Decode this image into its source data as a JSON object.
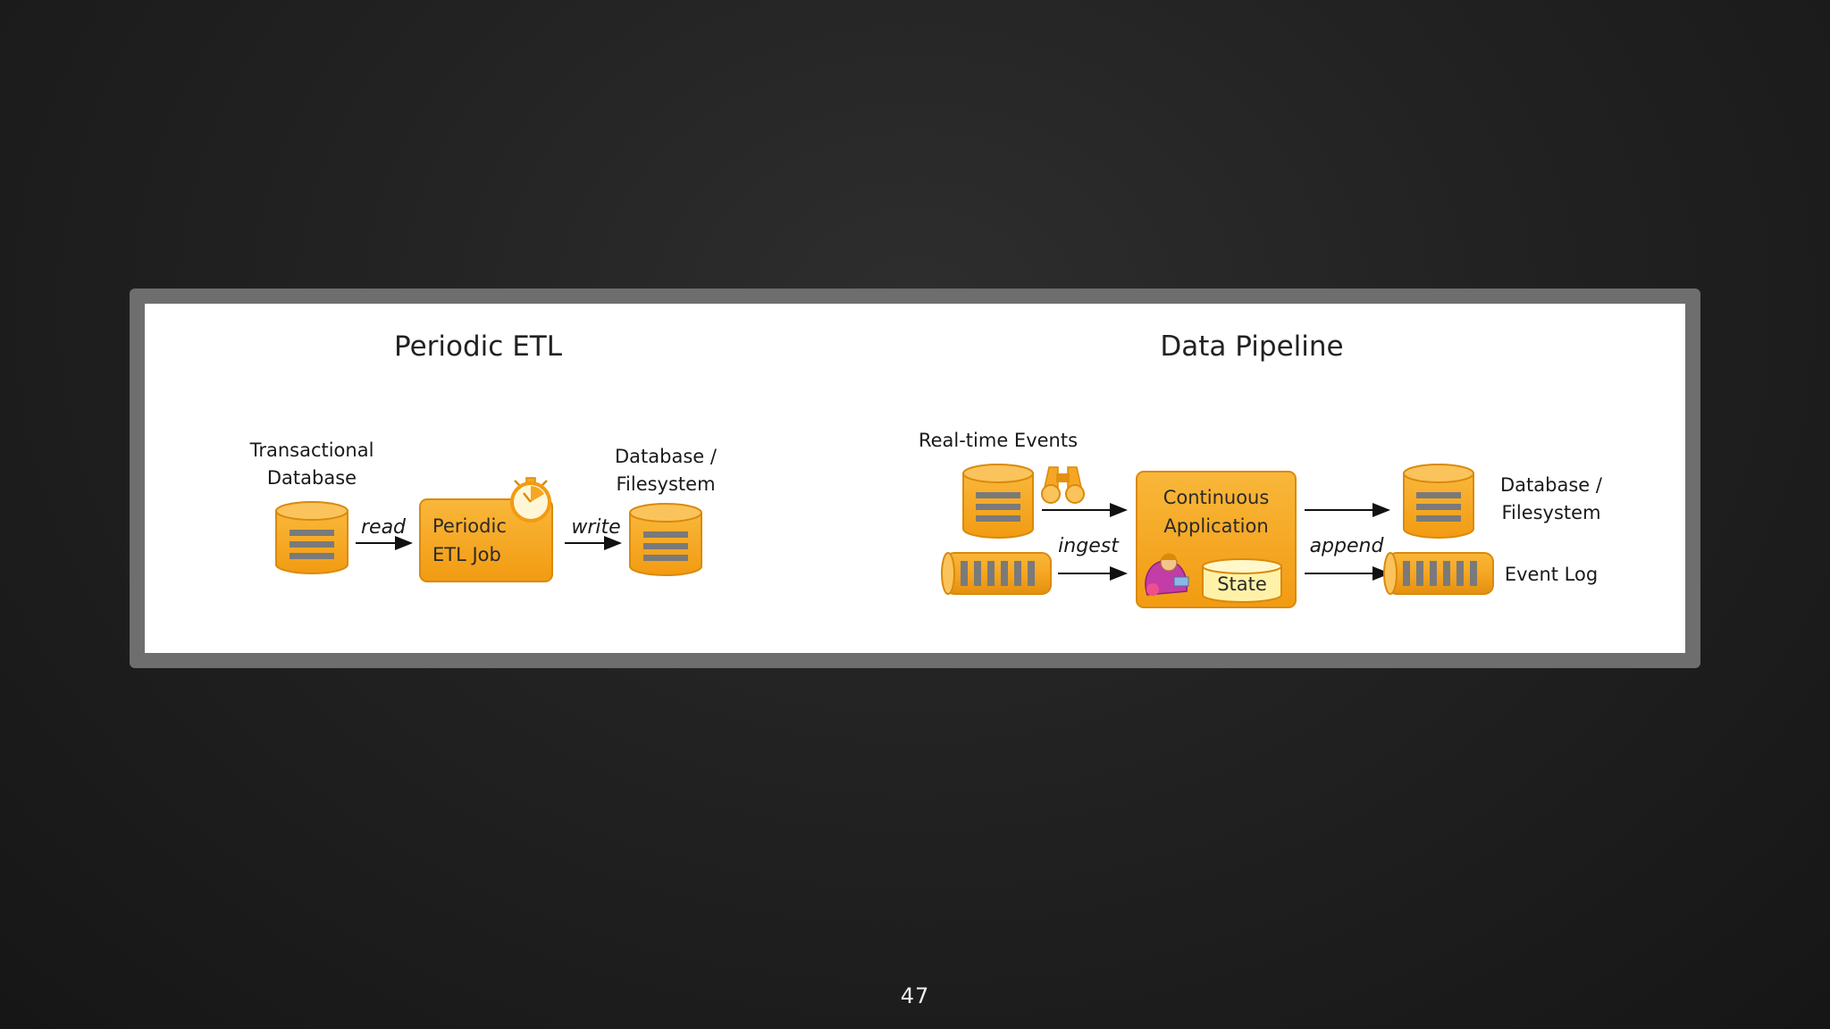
{
  "slide": {
    "page_number": "47"
  },
  "periodic_etl": {
    "title": "Periodic ETL",
    "source_label_line1": "Transactional",
    "source_label_line2": "Database",
    "read_label": "read",
    "job_line1": "Periodic",
    "job_line2": "ETL Job",
    "write_label": "write",
    "target_label_line1": "Database /",
    "target_label_line2": "Filesystem"
  },
  "data_pipeline": {
    "title": "Data Pipeline",
    "events_label": "Real-time Events",
    "ingest_label": "ingest",
    "app_line1": "Continuous",
    "app_line2": "Application",
    "state_label": "State",
    "append_label": "append",
    "target_label_line1": "Database /",
    "target_label_line2": "Filesystem",
    "event_log_label": "Event Log"
  },
  "colors": {
    "orange_fill": "#f6a623",
    "orange_stroke": "#d98a0c",
    "stripe": "#7a7a7a",
    "state_fill": "#fff2a8"
  },
  "icons": {
    "timer": "stopwatch-icon",
    "binoculars": "binoculars-icon",
    "person": "person-icon"
  }
}
